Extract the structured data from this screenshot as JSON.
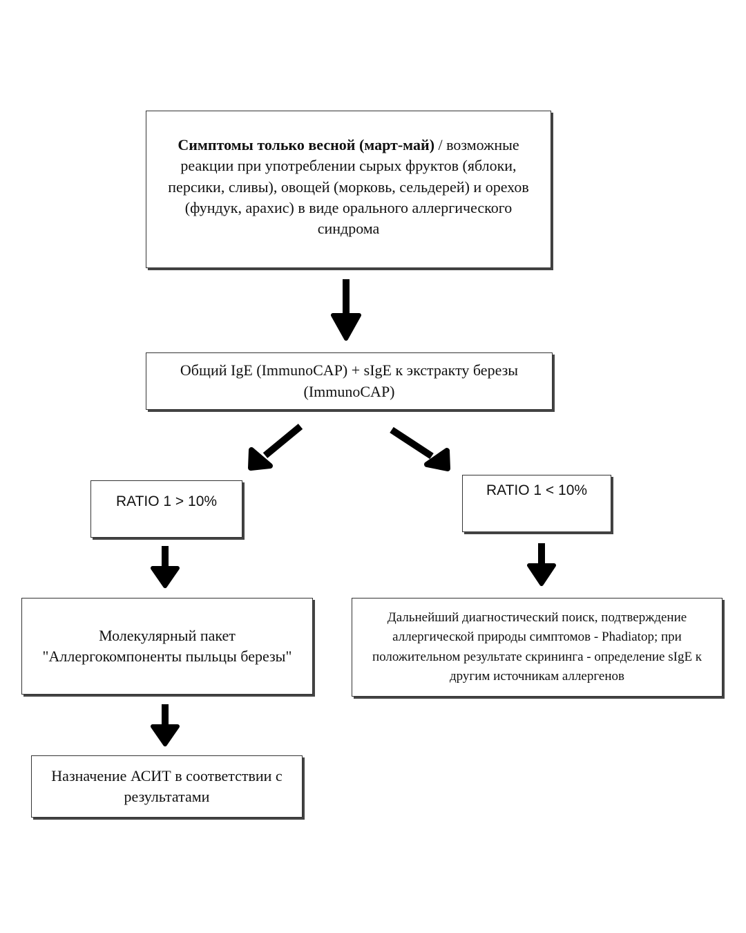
{
  "flowchart": {
    "symptoms": {
      "bold_text": "Симптомы только весной (март-май)",
      "rest_text": " / возможные реакции при употреблении сырых фруктов (яблоки, персики, сливы), овощей (морковь, сельдерей) и орехов (фундук, арахис) в виде орального аллергического синдрома"
    },
    "ige_test": {
      "text": "Общий IgE (ImmunoCAP) + sIgE к экстракту березы (ImmunoCAP)"
    },
    "ratio_high": {
      "text": "RATIO 1 > 10%"
    },
    "ratio_low": {
      "text": "RATIO 1 < 10%"
    },
    "molecular_panel": {
      "line1": "Молекулярный пакет",
      "line2": "\"Аллергокомпоненты пыльцы березы\""
    },
    "further_search": {
      "text": "Дальнейший диагностический поиск, подтверждение аллергической природы симптомов - Phadiatop; при положительном результате скрининга - определение sIgE к другим источникам аллергенов"
    },
    "asit": {
      "text": "Назначение АСИТ в соответствии с результатами"
    }
  },
  "colors": {
    "border": "#333333",
    "shadow": "#444444",
    "arrow": "#000000",
    "background": "#ffffff"
  },
  "icons": {
    "arrow_shape": "thick-down-arrow"
  }
}
